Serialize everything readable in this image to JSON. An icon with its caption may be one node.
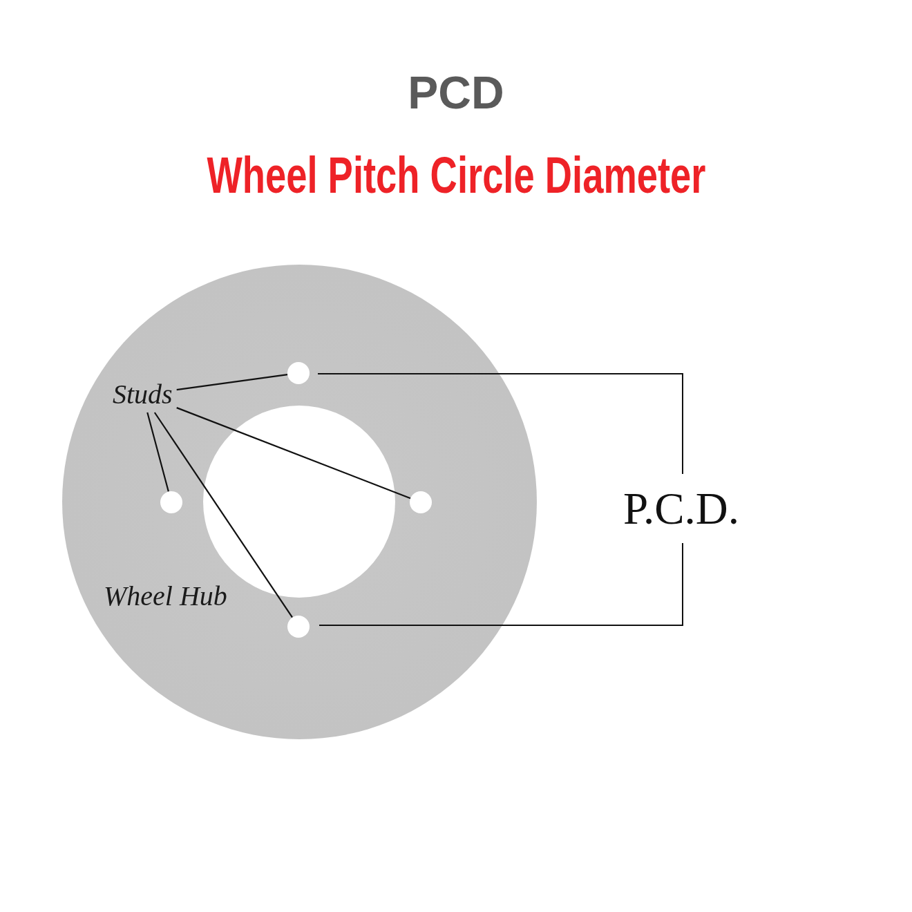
{
  "diagram": {
    "title": "PCD",
    "nodes": [
      {
        "text": [
          "Wheel Hub"
        ]
      },
      {
        "text": [
          "Studs"
        ],
        "in": 0
      },
      {
        "text": [],
        "shape": "circle",
        "in": 0
      },
      {
        "text": [],
        "shape": "circle",
        "in": 0
      },
      {
        "text": [],
        "shape": "circle",
        "in": 0
      },
      {
        "text": [],
        "shape": "circle",
        "in": 0
      }
    ],
    "edges": [
      {
        "from": 1,
        "to": 2,
        "arrow": "none"
      },
      {
        "from": 1,
        "to": 3,
        "arrow": "none"
      },
      {
        "from": 1,
        "to": 4,
        "arrow": "none"
      },
      {
        "from": 1,
        "to": 5,
        "arrow": "none"
      }
    ],
    "labels": [
      "Wheel Pitch Circle Diameter",
      "P.C.D."
    ]
  }
}
